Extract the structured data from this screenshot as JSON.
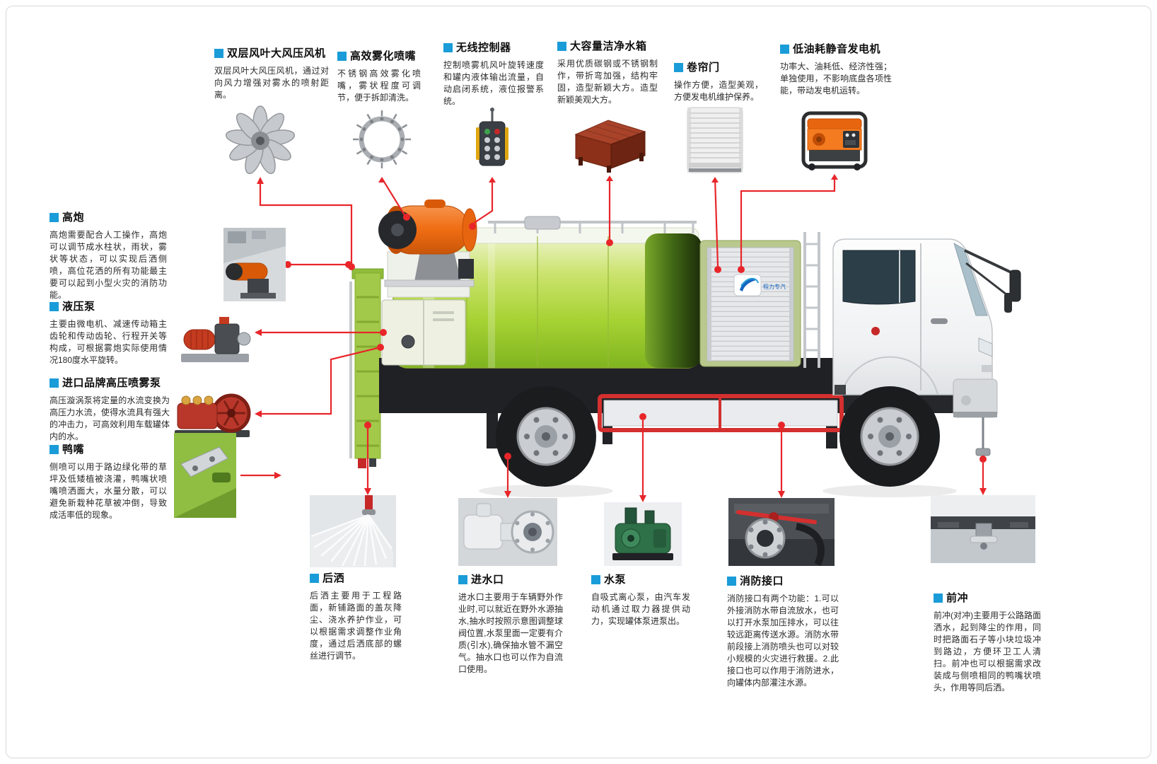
{
  "page": {
    "background": "#ffffff",
    "accent_red": "#e8262a",
    "accent_blue": "#1a9cd8"
  },
  "truck": {
    "logo_text": "程力专汽"
  },
  "callouts": {
    "top": [
      {
        "title": "双层风叶大风压风机",
        "desc": "双层风叶大风压风机，通过对向风力增强对雾水的喷射距离。",
        "image": "fan-blades"
      },
      {
        "title": "高效雾化喷嘴",
        "desc": "不锈钢高效雾化喷嘴，雾状程度可调节，便于拆卸清洗。",
        "image": "atomizing-nozzle-ring"
      },
      {
        "title": "无线控制器",
        "desc": "控制喷雾机风叶旋转速度和罐内液体输出流量，自动启闭系统，液位报警系统。",
        "image": "wireless-remote"
      },
      {
        "title": "大容量洁净水箱",
        "desc": "采用优质碳钢或不锈钢制作，带折弯加强，结构牢固，造型新颖大方。造型新颖美观大方。",
        "image": "water-tank"
      },
      {
        "title": "卷帘门",
        "desc": "操作方便，造型美观，方便发电机维护保养。",
        "image": "roller-shutter"
      },
      {
        "title": "低油耗静音发电机",
        "desc": "功率大、油耗低、经济性强；单独使用，不影响底盘各项性能，带动发电机运转。",
        "image": "generator"
      }
    ],
    "left": [
      {
        "title": "高炮",
        "desc": "高炮需要配合人工操作，高炮可以调节成水柱状，雨状，雾状等状态，可以实现后洒侧喷，高位花洒的所有功能最主要可以起到小型火灾的消防功能。",
        "image": "spray-cannon"
      },
      {
        "title": "液压泵",
        "desc": "主要由微电机、减速传动箱主齿轮和传动齿轮、行程开关等构成，可根据雾炮实际使用情况180度水平旋转。",
        "image": "hydraulic-pump"
      },
      {
        "title": "进口品牌高压喷雾泵",
        "desc": "高压漩涡泵将定量的水流变换为高压力水流，使得水流具有强大的冲击力，可高效利用车载罐体内的水。",
        "image": "high-pressure-spray-pump"
      },
      {
        "title": "鸭嘴",
        "desc": "侧喷可以用于路边绿化带的草坪及低矮植被浇灌，鸭嘴状喷嘴喷洒面大，水量分散，可以避免新栽种花草被冲倒，导致成活率低的现象。",
        "image": "duckbill-nozzle"
      }
    ],
    "bottom": [
      {
        "title": "后洒",
        "desc": "后洒主要用于工程路面，新铺路面的盖灰降尘、浇水养护作业，可以根据需求调整作业角度，通过后洒底部的螺丝进行调节。",
        "image": "rear-spray"
      },
      {
        "title": "进水口",
        "desc": "进水口主要用于车辆野外作业时,可以就近在野外水源抽水,抽水时按照示意图调整球阀位置,水泵里面一定要有介质(引水),确保抽水管不漏空气。抽水口也可以作为自流口使用。",
        "image": "water-inlet"
      },
      {
        "title": "水泵",
        "desc": "自吸式离心泵，由汽车发动机通过取力器提供动力，实现罐体泵进泵出。",
        "image": "water-pump"
      },
      {
        "title": "消防接口",
        "desc": "消防接口有两个功能：1.可以外接消防水带自流放水，也可以打开水泵加压排水，可以往较远距离传送水源。消防水带前段接上消防喷头也可以对较小规模的火灾进行救援。2.此接口也可以作用于消防进水，向罐体内部灌注水源。",
        "image": "fire-hose-connector"
      },
      {
        "title": "前冲",
        "desc": "前冲(对冲)主要用于公路路面洒水，起到降尘的作用，同时把路面石子等小块垃圾冲到路边，方便环卫工人清扫。前冲也可以根据需求改装成与侧喷相同的鸭嘴状喷头，作用等同后洒。",
        "image": "front-flush-nozzle"
      }
    ]
  }
}
